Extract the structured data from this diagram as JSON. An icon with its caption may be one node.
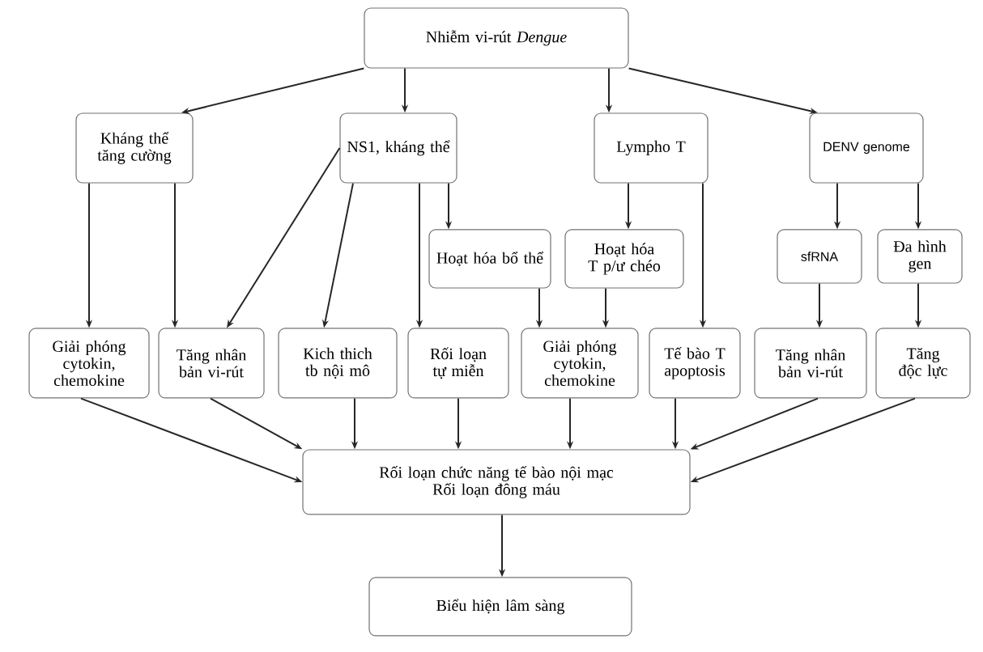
{
  "diagram": {
    "nodes": [
      {
        "text": [
          "Nhiễm vi-rút *Dengue*"
        ]
      },
      {
        "text": [
          "Kháng thể tăng cường"
        ]
      },
      {
        "text": [
          "NS1, kháng thể"
        ]
      },
      {
        "text": [
          "Lympho T"
        ]
      },
      {
        "text": [
          "DENV genome"
        ]
      },
      {
        "text": [
          "Hoạt hóa bổ thể"
        ]
      },
      {
        "text": [
          "Hoạt hóa T p/ư chéo"
        ]
      },
      {
        "text": [
          "sfRNA"
        ]
      },
      {
        "text": [
          "Đa hình gen"
        ]
      },
      {
        "text": [
          "Giải phóng cytokin, chemokine"
        ]
      },
      {
        "text": [
          "Tăng nhân bản vi-rút"
        ]
      },
      {
        "text": [
          "Kich thich tb nội mô"
        ]
      },
      {
        "text": [
          "Rối loạn tự miễn"
        ]
      },
      {
        "text": [
          "Giải phóng cytokin, chemokine"
        ]
      },
      {
        "text": [
          "Tế bào T apoptosis"
        ]
      },
      {
        "text": [
          "Tăng nhân bản vi-rút"
        ]
      },
      {
        "text": [
          "Tăng độc lực"
        ]
      },
      {
        "text": [
          "Rối loạn chức năng tế bào nội mạc",
          "Rối loạn đông máu"
        ]
      },
      {
        "text": [
          "Biểu hiện lâm sàng"
        ]
      }
    ],
    "edges": [
      {
        "from": 0,
        "to": 1,
        "arrow": "to"
      },
      {
        "from": 0,
        "to": 2,
        "arrow": "to"
      },
      {
        "from": 0,
        "to": 3,
        "arrow": "to"
      },
      {
        "from": 0,
        "to": 4,
        "arrow": "to"
      },
      {
        "from": 1,
        "to": 9,
        "arrow": "to"
      },
      {
        "from": 1,
        "to": 10,
        "arrow": "to"
      },
      {
        "from": 2,
        "to": 10,
        "arrow": "to"
      },
      {
        "from": 2,
        "to": 11,
        "arrow": "to"
      },
      {
        "from": 2,
        "to": 12,
        "arrow": "to"
      },
      {
        "from": 2,
        "to": 5,
        "arrow": "to"
      },
      {
        "from": 5,
        "to": 13,
        "arrow": "to"
      },
      {
        "from": 6,
        "to": 13,
        "arrow": "to"
      },
      {
        "from": 3,
        "to": 6,
        "arrow": "to"
      },
      {
        "from": 3,
        "to": 14,
        "arrow": "to"
      },
      {
        "from": 4,
        "to": 7,
        "arrow": "to"
      },
      {
        "from": 4,
        "to": 8,
        "arrow": "to"
      },
      {
        "from": 7,
        "to": 15,
        "arrow": "to"
      },
      {
        "from": 8,
        "to": 16,
        "arrow": "to"
      },
      {
        "from": 9,
        "to": 17,
        "arrow": "to"
      },
      {
        "from": 10,
        "to": 17,
        "arrow": "to"
      },
      {
        "from": 11,
        "to": 17,
        "arrow": "to"
      },
      {
        "from": 12,
        "to": 17,
        "arrow": "to"
      },
      {
        "from": 13,
        "to": 17,
        "arrow": "to"
      },
      {
        "from": 14,
        "to": 17,
        "arrow": "to"
      },
      {
        "from": 15,
        "to": 17,
        "arrow": "to"
      },
      {
        "from": 16,
        "to": 17,
        "arrow": "to"
      },
      {
        "from": 17,
        "to": 18,
        "arrow": "to"
      }
    ]
  }
}
